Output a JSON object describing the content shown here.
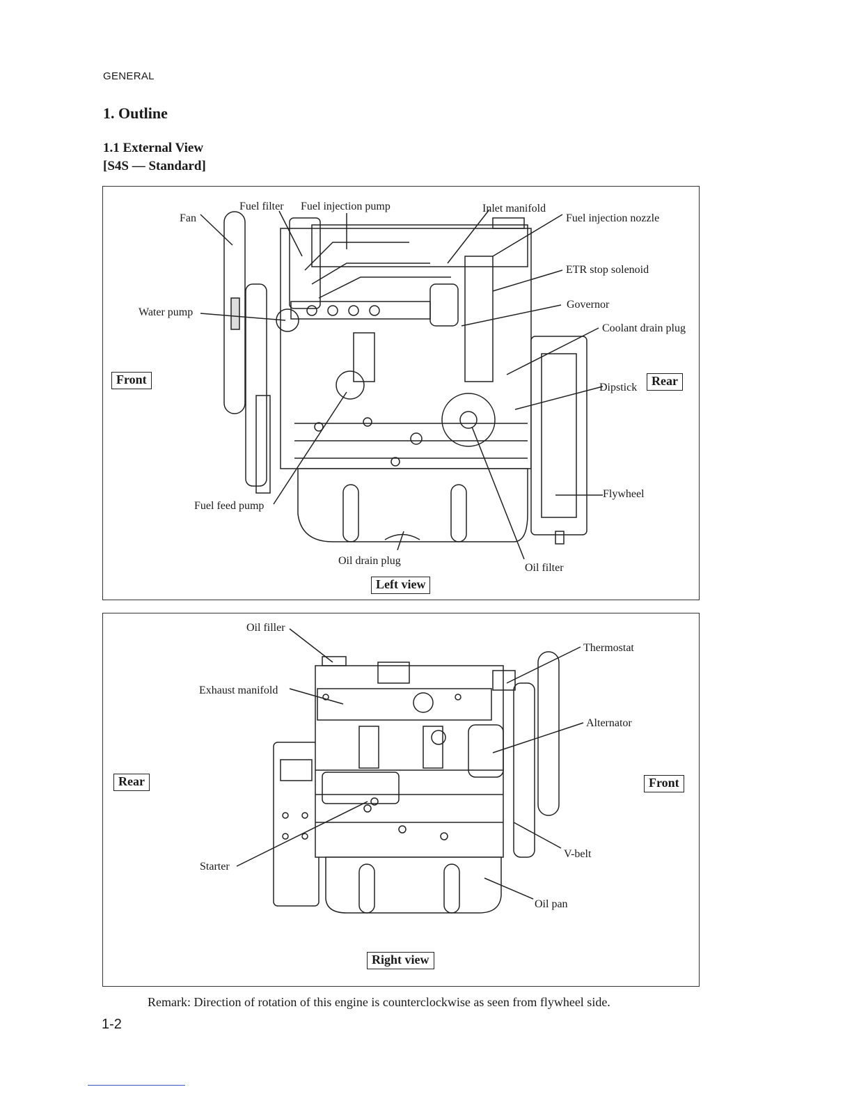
{
  "header": {
    "section": "GENERAL"
  },
  "headings": {
    "h1": "1. Outline",
    "h2": "1.1 External View",
    "h3": "[S4S — Standard]"
  },
  "left_view": {
    "title": "Left view",
    "front_tag": "Front",
    "rear_tag": "Rear",
    "labels": {
      "fan": "Fan",
      "fuel_filter": "Fuel filter",
      "fuel_injection_pump": "Fuel injection pump",
      "inlet_manifold": "Inlet manifold",
      "fuel_injection_nozzle": "Fuel injection nozzle",
      "etr_stop_solenoid": "ETR stop solenoid",
      "water_pump": "Water pump",
      "governor": "Governor",
      "coolant_drain_plug": "Coolant drain plug",
      "dipstick": "Dipstick",
      "flywheel": "Flywheel",
      "fuel_feed_pump": "Fuel feed pump",
      "oil_drain_plug": "Oil drain plug",
      "oil_filter": "Oil filter"
    }
  },
  "right_view": {
    "title": "Right view",
    "rear_tag": "Rear",
    "front_tag": "Front",
    "labels": {
      "oil_filler": "Oil filler",
      "thermostat": "Thermostat",
      "exhaust_manifold": "Exhaust manifold",
      "alternator": "Alternator",
      "starter": "Starter",
      "v_belt": "V-belt",
      "oil_pan": "Oil pan"
    }
  },
  "remark": "Remark: Direction of rotation of this engine is counterclockwise as seen from flywheel side.",
  "page_number": "1-2"
}
